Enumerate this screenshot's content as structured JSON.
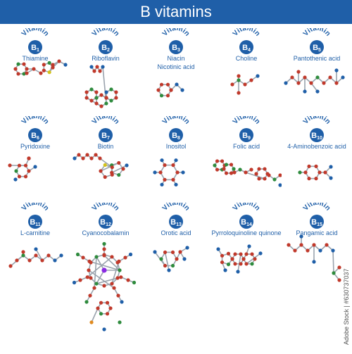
{
  "title": "B vitamins",
  "badge_word": "Vitamin",
  "colors": {
    "brand": "#1f5fa8",
    "carbon": "#c0392b",
    "oxygen": "#1f5fa8",
    "nitrogen": "#2e8b3d",
    "sulfur": "#d4c21a",
    "cobalt": "#8a2be2",
    "phosphorus": "#e08a1e"
  },
  "vitamins": [
    {
      "num": "1",
      "names": [
        "Thiamine"
      ]
    },
    {
      "num": "2",
      "names": [
        "Riboflavin"
      ]
    },
    {
      "num": "3",
      "names": [
        "Niacin",
        "Nicotinic acid"
      ]
    },
    {
      "num": "4",
      "names": [
        "Choline"
      ]
    },
    {
      "num": "5",
      "names": [
        "Pantothenic acid"
      ]
    },
    {
      "num": "6",
      "names": [
        "Pyridoxine"
      ]
    },
    {
      "num": "7",
      "names": [
        "Biotin"
      ]
    },
    {
      "num": "8",
      "names": [
        "Inositol"
      ]
    },
    {
      "num": "9",
      "names": [
        "Folic acid"
      ]
    },
    {
      "num": "10",
      "names": [
        "4-Aminobenzoic acid"
      ]
    },
    {
      "num": "11",
      "names": [
        "L-carnitine"
      ]
    },
    {
      "num": "12",
      "names": [
        "Cyanocobalamin"
      ]
    },
    {
      "num": "13",
      "names": [
        "Orotic acid"
      ]
    },
    {
      "num": "14",
      "names": [
        "Pyrroloquinoline quinone"
      ]
    },
    {
      "num": "15",
      "names": [
        "Pangamic acid"
      ]
    }
  ],
  "watermark": "Adobe Stock | #630737037"
}
